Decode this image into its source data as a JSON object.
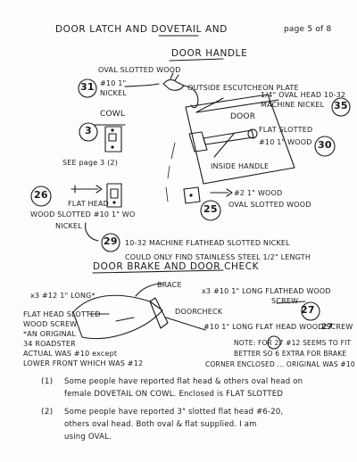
{
  "header": {
    "title": "DOOR LATCH AND DOVETAIL AND",
    "page": "page 5 of 8"
  },
  "sections": {
    "door_handle": "DOOR HANDLE",
    "door_brake": "DOOR BRAKE AND DOOR CHECK"
  },
  "labels": {
    "oval_slotted_wood": "OVAL SLOTTED WOOD",
    "n31_size": "#10 1\"",
    "n31_finish": "NICKEL",
    "outside_escutcheon": "OUTSIDE ESCUTCHEON PLATE",
    "n35_spec_1": "1/4\" OVAL HEAD 10-32",
    "n35_spec_2": "MACHINE NICKEL",
    "cowl": "COWL",
    "door": "DOOR",
    "flat_slotted": "FLAT SLOTTED",
    "n30_spec": "#10 1\" WOOD",
    "see_page": "SEE page 3 (2)",
    "inside_handle": "INSIDE HANDLE",
    "n26_desc_1": "FLAT HEAD",
    "n26_desc_2": "WOOD SLOTTED #10 1\" WO",
    "n26_desc_3": "NICKEL",
    "n25_desc_1": "#2 1\" WOOD",
    "n25_desc_2": "OVAL SLOTTED WOOD",
    "n29_desc_1": "10-32 MACHINE FLATHEAD SLOTTED NICKEL",
    "n29_desc_2": "COULD ONLY FIND STAINLESS STEEL 1/2\" LENGTH",
    "brace": "BRACE",
    "x3_left": "x3 #12 1\" LONG*",
    "flat_head_wood": "FLAT HEAD SLOTTED",
    "wood_screw": "WOOD SCREW",
    "an_original": "*AN ORIGINAL",
    "roadster": "34 ROADSTER",
    "actual_was": "ACTUAL WAS #10 except",
    "lower_front": "LOWER FRONT WHICH WAS #12",
    "x3_right": "x3 #10 1\" LONG FLATHEAD WOOD",
    "screw_word": "SCREW",
    "doorcheck": "DOORCHECK",
    "n27_desc": "#10 1\" LONG FLAT HEAD WOOD SCREW",
    "note_1": "NOTE: FOR 27 #12 SEEMS TO FIT",
    "note_2": "BETTER SO 6 EXTRA FOR BRAKE",
    "note_3": "CORNER ENCLOSED ... ORIGINAL WAS #10"
  },
  "numbers": {
    "n31": "31",
    "n35": "35",
    "n3": "3",
    "n30": "30",
    "n26": "26",
    "n25": "25",
    "n29": "29",
    "n27a": "27",
    "n27b": "27",
    "n27c": "27"
  },
  "notes": {
    "item1_num": "(1)",
    "item1_line1": "Some people have reported flat head & others oval head on",
    "item1_line2": "female DOVETAIL ON COWL. Enclosed is FLAT SLOTTED",
    "item2_num": "(2)",
    "item2_line1": "Some people have reported 3\" slotted flat head #6-20,",
    "item2_line2": "others oval head. Both oval & flat supplied. I am",
    "item2_line3": "using OVAL."
  }
}
